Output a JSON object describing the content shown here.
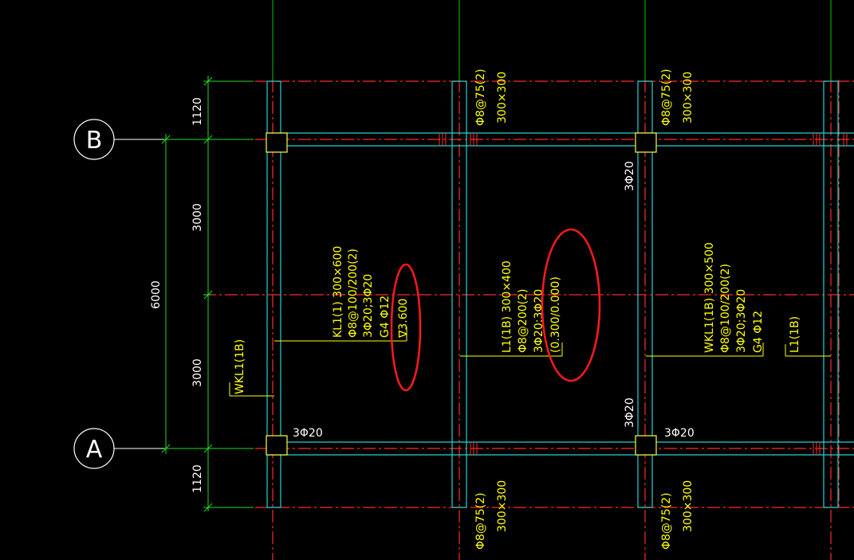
{
  "colors": {
    "background": "#000000",
    "axis_line": "#ff2a2a",
    "beam": "#22d3d3",
    "dimension": "#22dd22",
    "annotation": "#ffff00",
    "white": "#ffffff",
    "highlight": "#ff1a1a",
    "column_fill": "#000000",
    "column_stroke": "#ffff44",
    "top_stub": "#00cc00"
  },
  "axes": {
    "b": "B",
    "a": "A"
  },
  "dimensions": {
    "top": "1120",
    "mid_upper": "3000",
    "total": "6000",
    "mid_lower": "3000",
    "bottom": "1120"
  },
  "labels": {
    "wkl_left": "WKL1(1B)",
    "kl1": {
      "line1": "KL1(1) 300×600",
      "line2": "Φ8@100/200(2)",
      "line3": "3Φ20;3Φ20",
      "line4": "G4 Φ12",
      "line5": "∇3.600"
    },
    "l1_mid": {
      "line1": "L1(1B) 300×400",
      "line2": "Φ8@200(2)",
      "line3": "3Φ20;3Φ20",
      "line4": "(0.300/0.000)"
    },
    "wkl_right": {
      "line1": "WKL1(1B) 300×500",
      "line2": "Φ8@100/200(2)",
      "line3": "3Φ20;3Φ20",
      "line4": "G4 Φ12"
    },
    "l1_right": "L1(1B)",
    "col_top_1": {
      "line1": "Φ8@75(2)",
      "line2": "300×300"
    },
    "col_top_2": {
      "line1": "Φ8@75(2)",
      "line2": "300×300"
    },
    "col_bot_1": {
      "line1": "Φ8@75(2)",
      "line2": "300×300"
    },
    "col_bot_2": {
      "line1": "Φ8@75(2)",
      "line2": "300×300"
    },
    "rebar_3phi20_upper": "3Φ20",
    "rebar_3phi20_lower": "3Φ20",
    "rebar_left_a": "3Φ20",
    "rebar_right_a": "3Φ20"
  }
}
